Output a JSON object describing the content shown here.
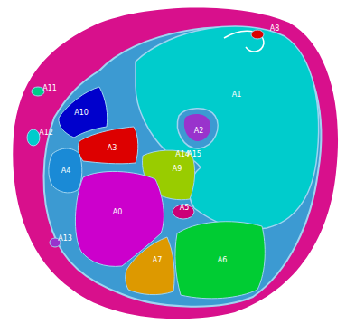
{
  "diagram": {
    "labels": [
      "A1",
      "A2",
      "A10",
      "A3",
      "A4",
      "A9",
      "A14",
      "A15",
      "A0",
      "A5",
      "A7",
      "A6",
      "A11",
      "A12",
      "A13",
      "A8"
    ]
  }
}
